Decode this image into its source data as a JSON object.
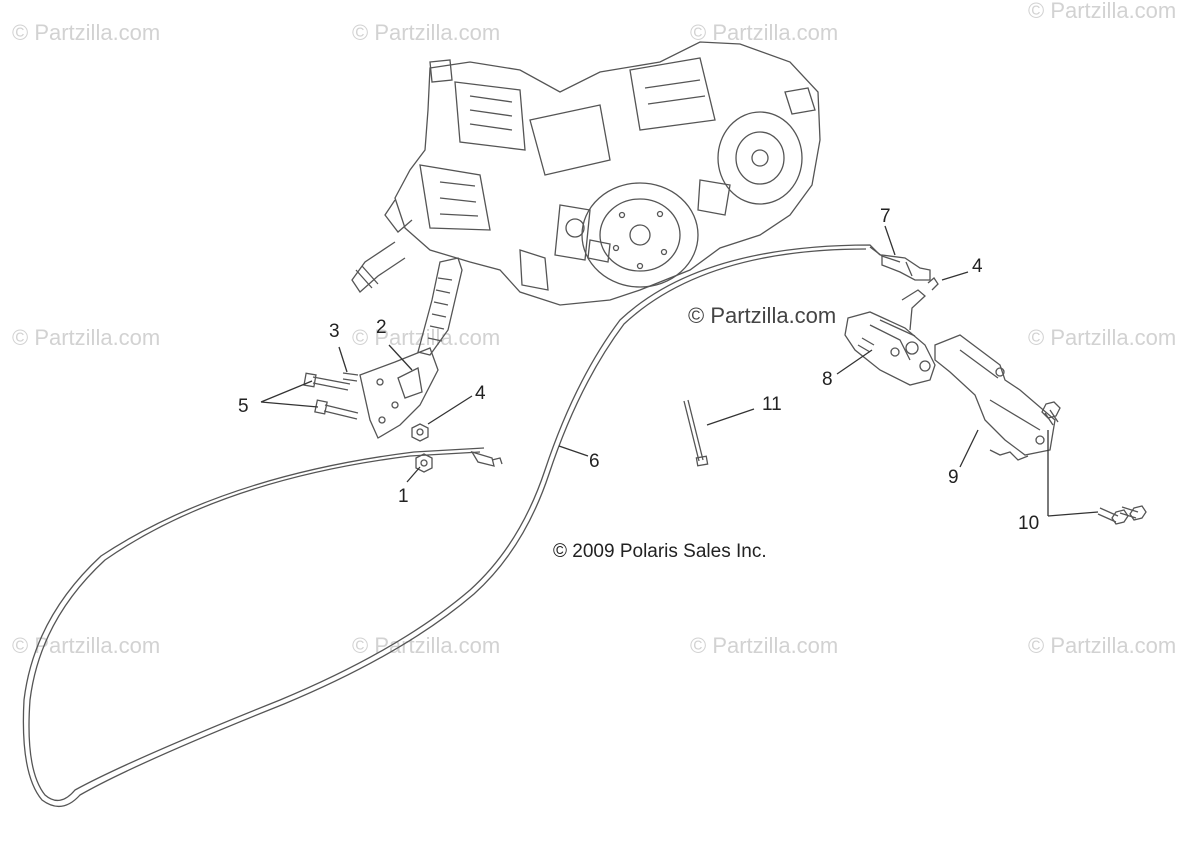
{
  "watermark_text": "© Partzilla.com",
  "center_watermark": "© Partzilla.com",
  "copyright": "© 2009 Polaris Sales Inc.",
  "callouts": {
    "c1": "1",
    "c2": "2",
    "c3": "3",
    "c4a": "4",
    "c4b": "4",
    "c5": "5",
    "c6": "6",
    "c7": "7",
    "c8": "8",
    "c9": "9",
    "c10": "10",
    "c11": "11"
  },
  "colors": {
    "line": "#555555",
    "watermark": "#d2d2d2",
    "text": "#222222"
  }
}
